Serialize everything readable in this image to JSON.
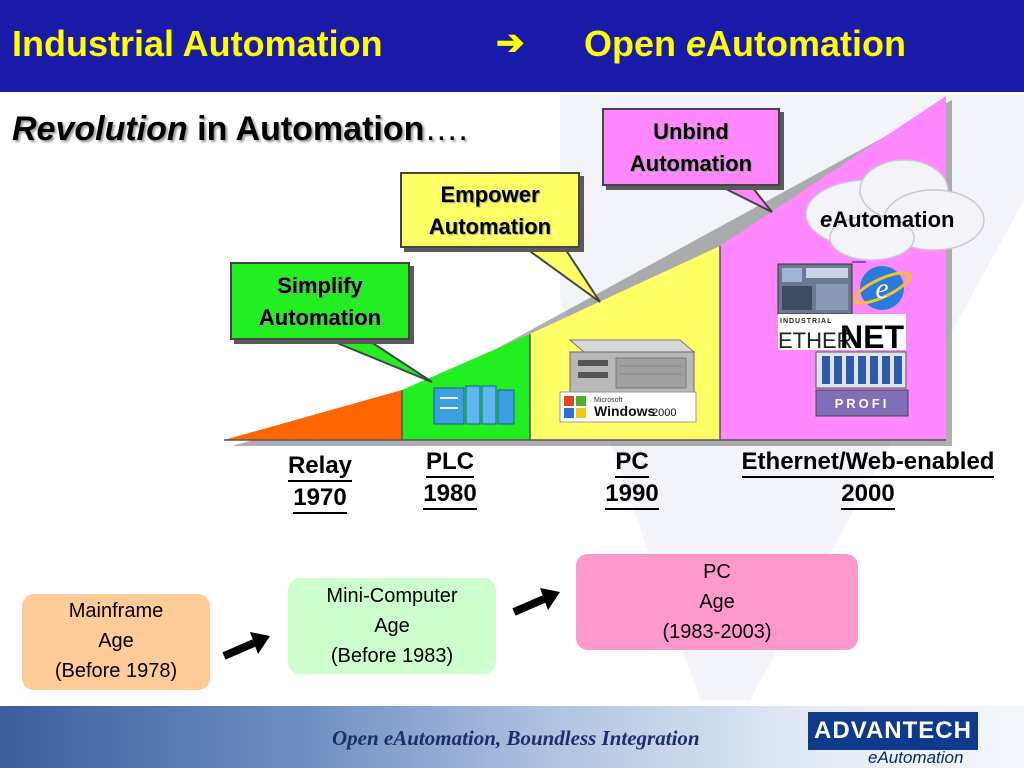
{
  "header": {
    "title_left": "Industrial Automation",
    "arrow": "➔",
    "title_right_prefix": "Open ",
    "title_right_e": "e",
    "title_right_suffix": "Automation"
  },
  "subtitle": {
    "italic": "Revolution",
    "rest": " in Automation",
    "ellipsis": "…."
  },
  "callouts": [
    {
      "line1": "Simplify",
      "line2": "Automation",
      "color": "#22ee22"
    },
    {
      "line1": "Empower",
      "line2": "Automation",
      "color": "#ffff66"
    },
    {
      "line1": "Unbind",
      "line2": "Automation",
      "color": "#ff88ff"
    }
  ],
  "cloud": {
    "e": "e",
    "text": "Automation"
  },
  "eras": [
    {
      "name": "Relay",
      "year": "1970",
      "color": "#ff6600"
    },
    {
      "name": "PLC",
      "year": "1980",
      "color": "#22ee22"
    },
    {
      "name": "PC",
      "year": "1990",
      "color": "#ffff66"
    },
    {
      "name": "Ethernet/Web-enabled",
      "year": "2000",
      "color": "#ff88ff"
    }
  ],
  "illustrations": {
    "windows_logo_text": "Windows",
    "windows_version": "2000",
    "microsoft_text": "Microsoft",
    "ie_letter": "e",
    "industrial_text": "INDUSTRIAL",
    "ether_text": "ETHER",
    "net_text": "NET",
    "profi_text": "PROFI"
  },
  "ages": [
    {
      "line1": "Mainframe",
      "line2": "Age",
      "line3": "(Before 1978)",
      "color": "#ffcc99"
    },
    {
      "line1": "Mini-Computer",
      "line2": "Age",
      "line3": "(Before 1983)",
      "color": "#ccffcc"
    },
    {
      "line1": "PC",
      "line2": "Age",
      "line3": "(1983-2003)",
      "color": "#ff99cc"
    }
  ],
  "footer": {
    "tagline": "Open eAutomation, Boundless Integration",
    "logo": "ADVANTECH",
    "logo_sub": "eAutomation"
  }
}
